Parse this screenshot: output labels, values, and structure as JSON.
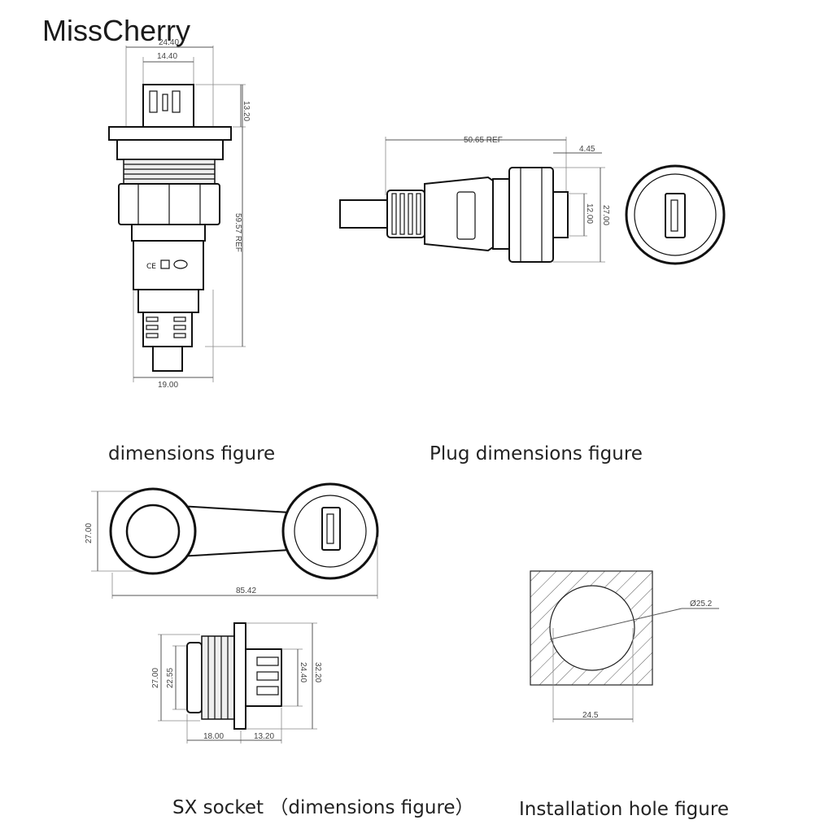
{
  "brand": "MissCherry",
  "captions": {
    "left": "dimensions figure",
    "plug": "Plug dimensions figure",
    "socket": "SX socket （dimensions figure）",
    "hole": "Installation hole figure"
  },
  "dims": {
    "d_24_40_top": "24.40",
    "d_14_40": "14.40",
    "d_13_20_top": "13.20",
    "d_59_57": "59.57 REF",
    "d_19_00": "19.00",
    "d_50_65": "50.65 REF",
    "d_4_45": "4.45",
    "d_12_00": "12.00",
    "d_27_00_plug": "27.00",
    "d_27_00_cap": "27.00",
    "d_85_42": "85.42",
    "d_27_00_sock": "27.00",
    "d_22_55": "22.55",
    "d_24_40_sock": "24.40",
    "d_32_20": "32.20",
    "d_18_00": "18.00",
    "d_13_20_sock": "13.20",
    "d_25_2": "Ø25.2",
    "d_24_5": "24.5"
  }
}
